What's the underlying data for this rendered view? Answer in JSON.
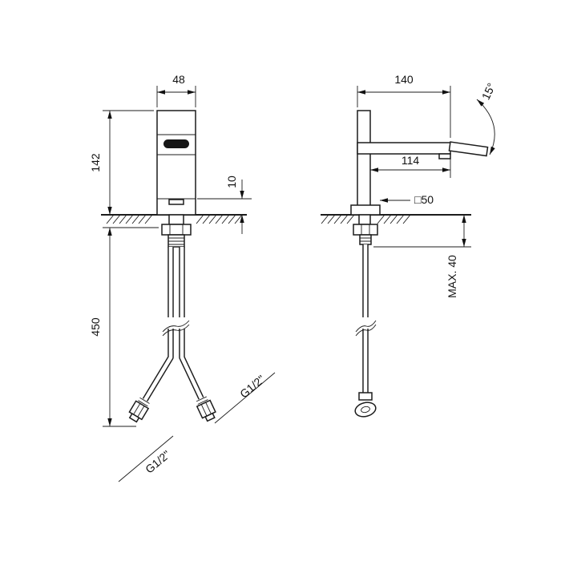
{
  "page": {
    "background": "#ffffff",
    "line_color": "#1c1c1c"
  },
  "drawing": {
    "front_view": {
      "dim_width": "48",
      "dim_height": "142",
      "dim_spout_height": "10",
      "dim_hose_length": "450",
      "thread_bottom": "G1/2\"",
      "thread_right": "G1/2\""
    },
    "side_view": {
      "dim_depth": "140",
      "dim_angle": "15°",
      "dim_reach": "114",
      "dim_base": "□50",
      "dim_max_counter": "MAX. 40"
    }
  }
}
